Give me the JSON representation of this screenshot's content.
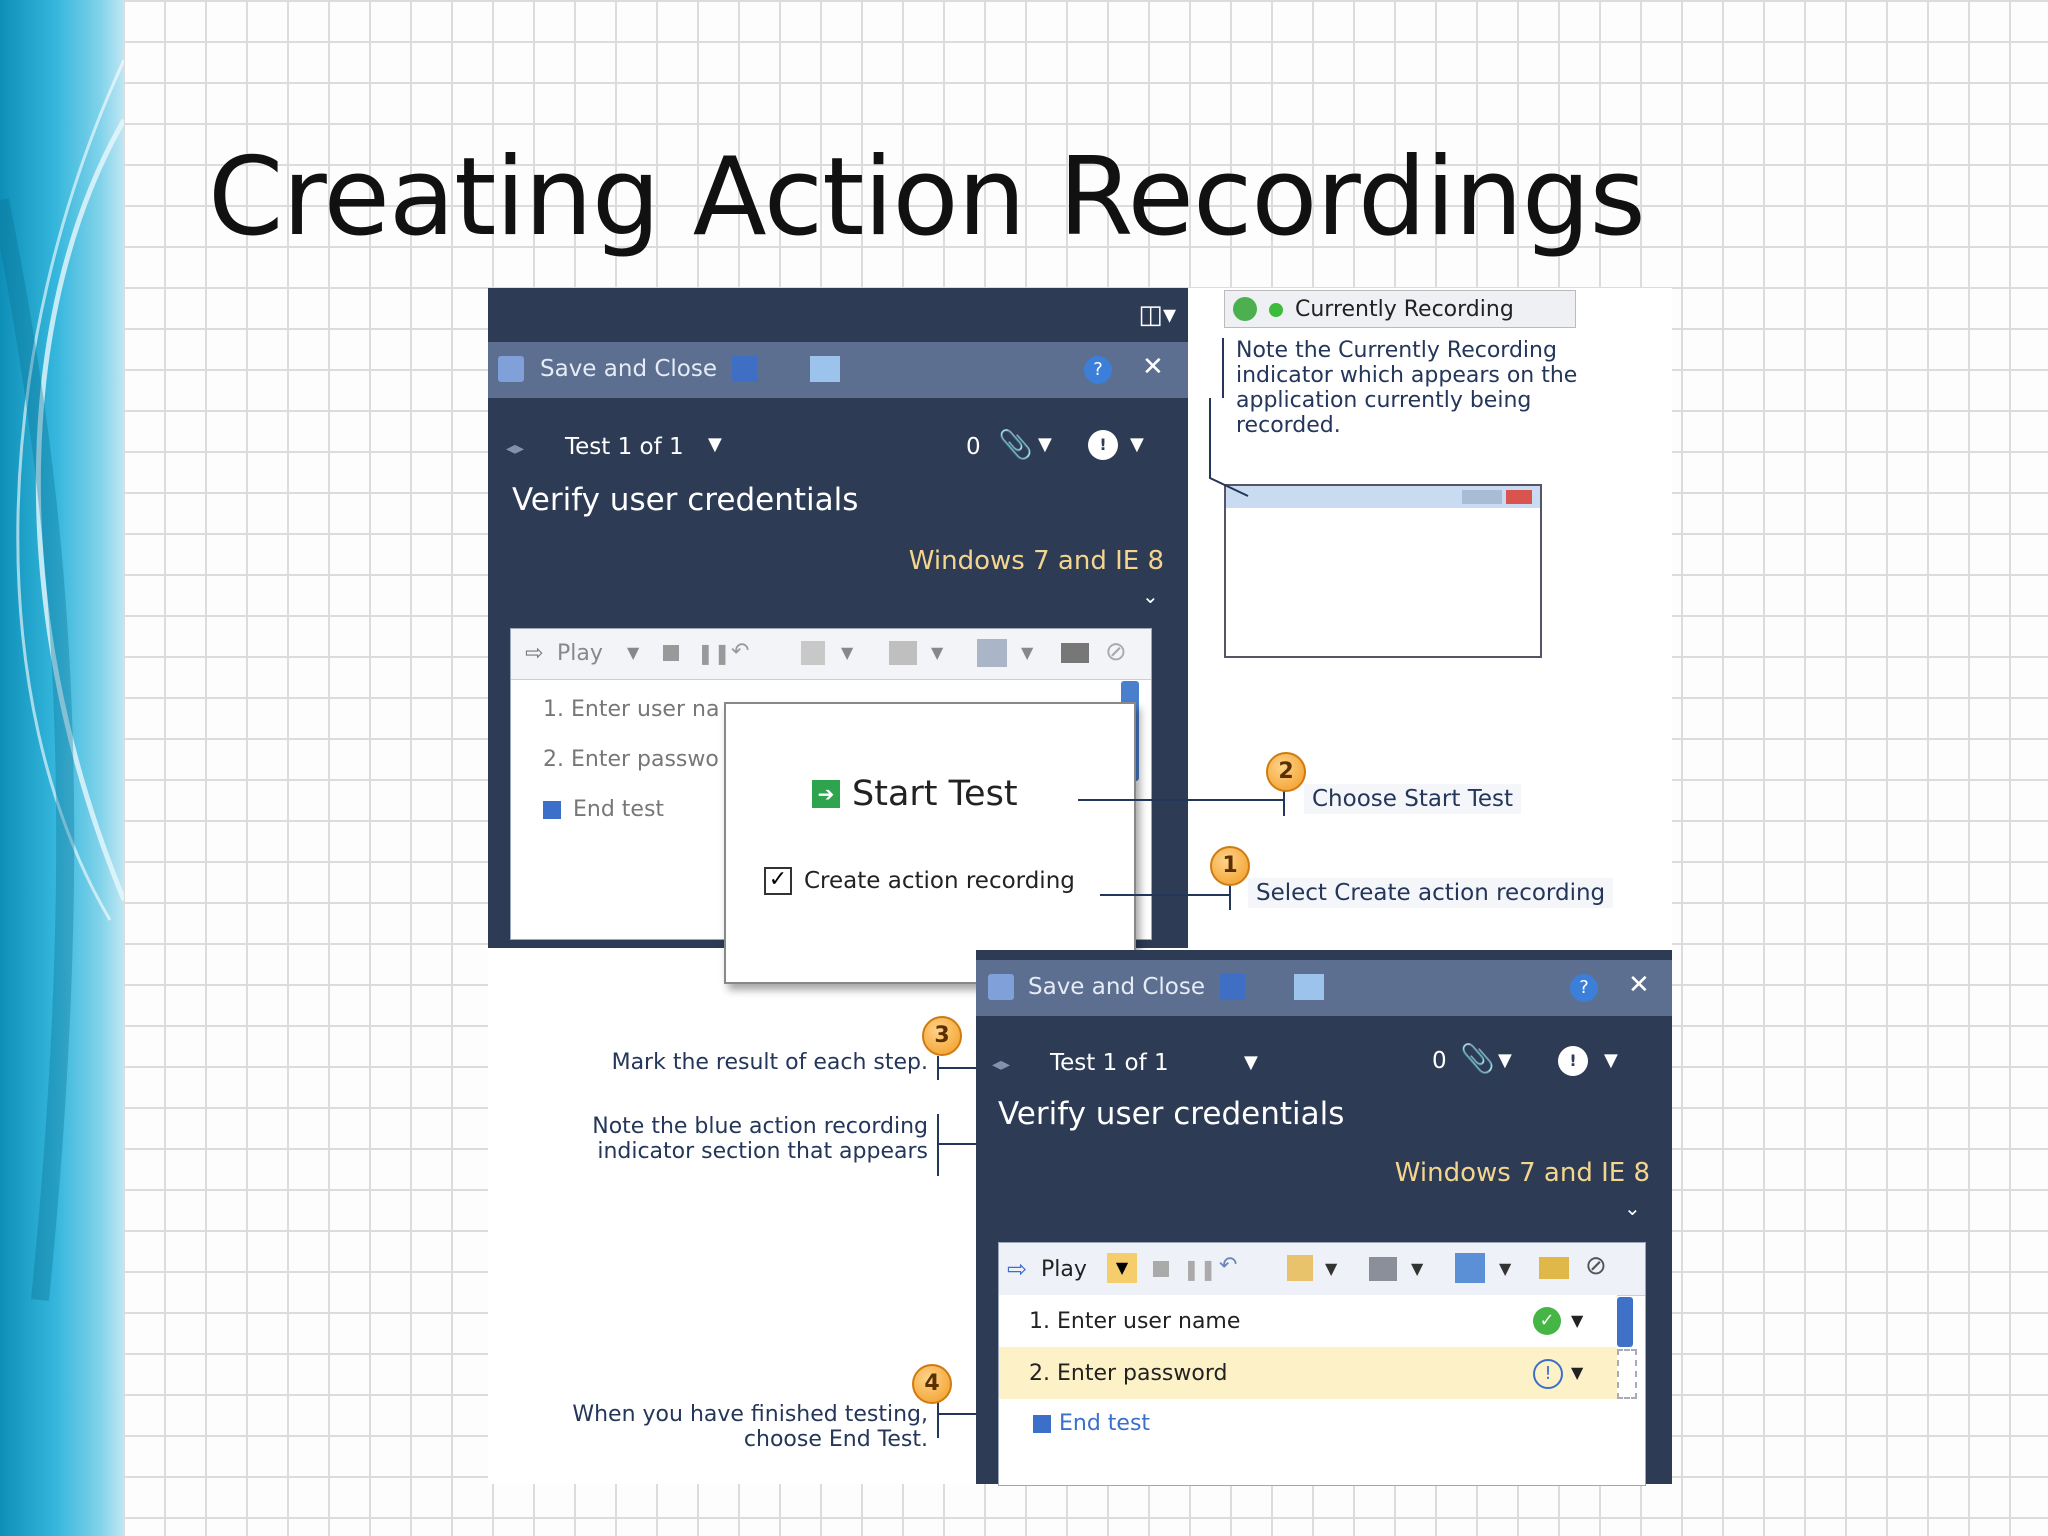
{
  "slide": {
    "title": "Creating Action Recordings"
  },
  "top_panel": {
    "save_close": "Save and Close",
    "test_nav": "Test 1 of 1",
    "attach_count": "0",
    "test_title": "Verify user credentials",
    "config": "Windows 7 and IE 8",
    "play": "Play",
    "steps": [
      "1. Enter user na",
      "2. Enter passwo",
      "End test"
    ]
  },
  "start_dialog": {
    "start_label": "Start Test",
    "checkbox_label": "Create action recording",
    "checkbox_checked": true
  },
  "recording_indicator": {
    "label": "Currently Recording",
    "note": [
      "Note the Currently Recording",
      "indicator which appears on the",
      "application currently being",
      "recorded."
    ]
  },
  "callouts": {
    "c1": {
      "num": "1",
      "text": "Select Create action recording"
    },
    "c2": {
      "num": "2",
      "text": "Choose Start Test"
    },
    "c3": {
      "num": "3",
      "text": "Mark the result of each step."
    },
    "c_blue": [
      "Note the blue action recording",
      "indicator section that appears"
    ],
    "c4": {
      "num": "4",
      "lines": [
        "When you have finished testing,",
        "choose End Test."
      ]
    }
  },
  "bottom_panel": {
    "save_close": "Save and Close",
    "test_nav": "Test 1 of 1",
    "attach_count": "0",
    "test_title": "Verify user credentials",
    "config": "Windows 7 and IE 8",
    "play": "Play",
    "steps": [
      "1. Enter user name",
      "2. Enter password",
      "End test"
    ]
  },
  "colors": {
    "panel": "#2d3b55",
    "toolbar": "#5c6f90",
    "accent_orange": "#f19b22",
    "highlight_row": "#fdf1c8"
  }
}
